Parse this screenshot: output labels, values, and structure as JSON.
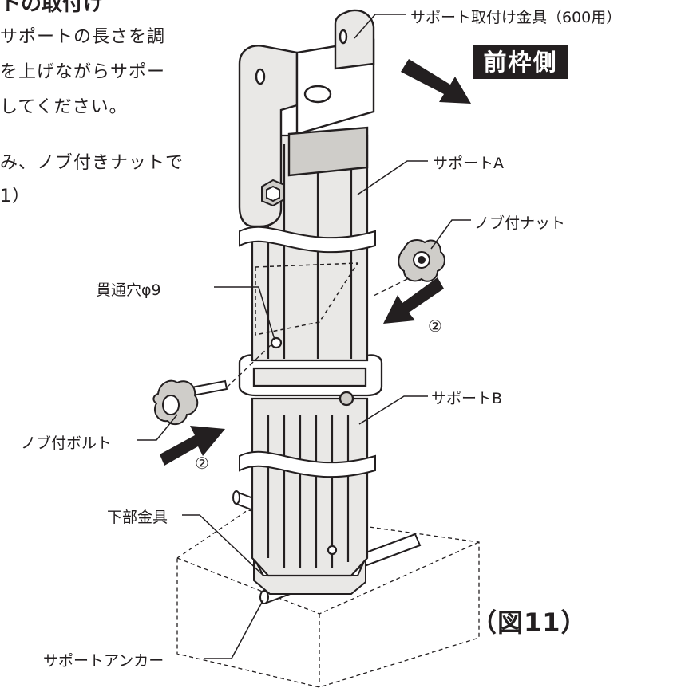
{
  "text": {
    "heading": "トの取付け",
    "body_lines": [
      "サポートの長さを調",
      "を上げながらサポー",
      "してください。",
      "み、ノブ付きナットで",
      "1）"
    ]
  },
  "labels": {
    "support_bracket": "サポート取付け金具（600用）",
    "front_side": "前枠側",
    "support_a": "サポートA",
    "knob_nut": "ノブ付ナット",
    "through_hole": "貫通穴φ9",
    "step_number": "②",
    "support_b": "サポートB",
    "knob_bolt": "ノブ付ボルト",
    "lower_fitting": "下部金具",
    "support_anchor": "サポートアンカー",
    "figure": "（図11）"
  },
  "colors": {
    "ink": "#231f20",
    "fill_light": "#e9e8e6",
    "fill_mid": "#cfcdc9",
    "paper": "#ffffff"
  },
  "icons": [
    "arrow-icon",
    "knob-nut-icon",
    "knob-bolt-icon",
    "bolt-head-icon"
  ]
}
